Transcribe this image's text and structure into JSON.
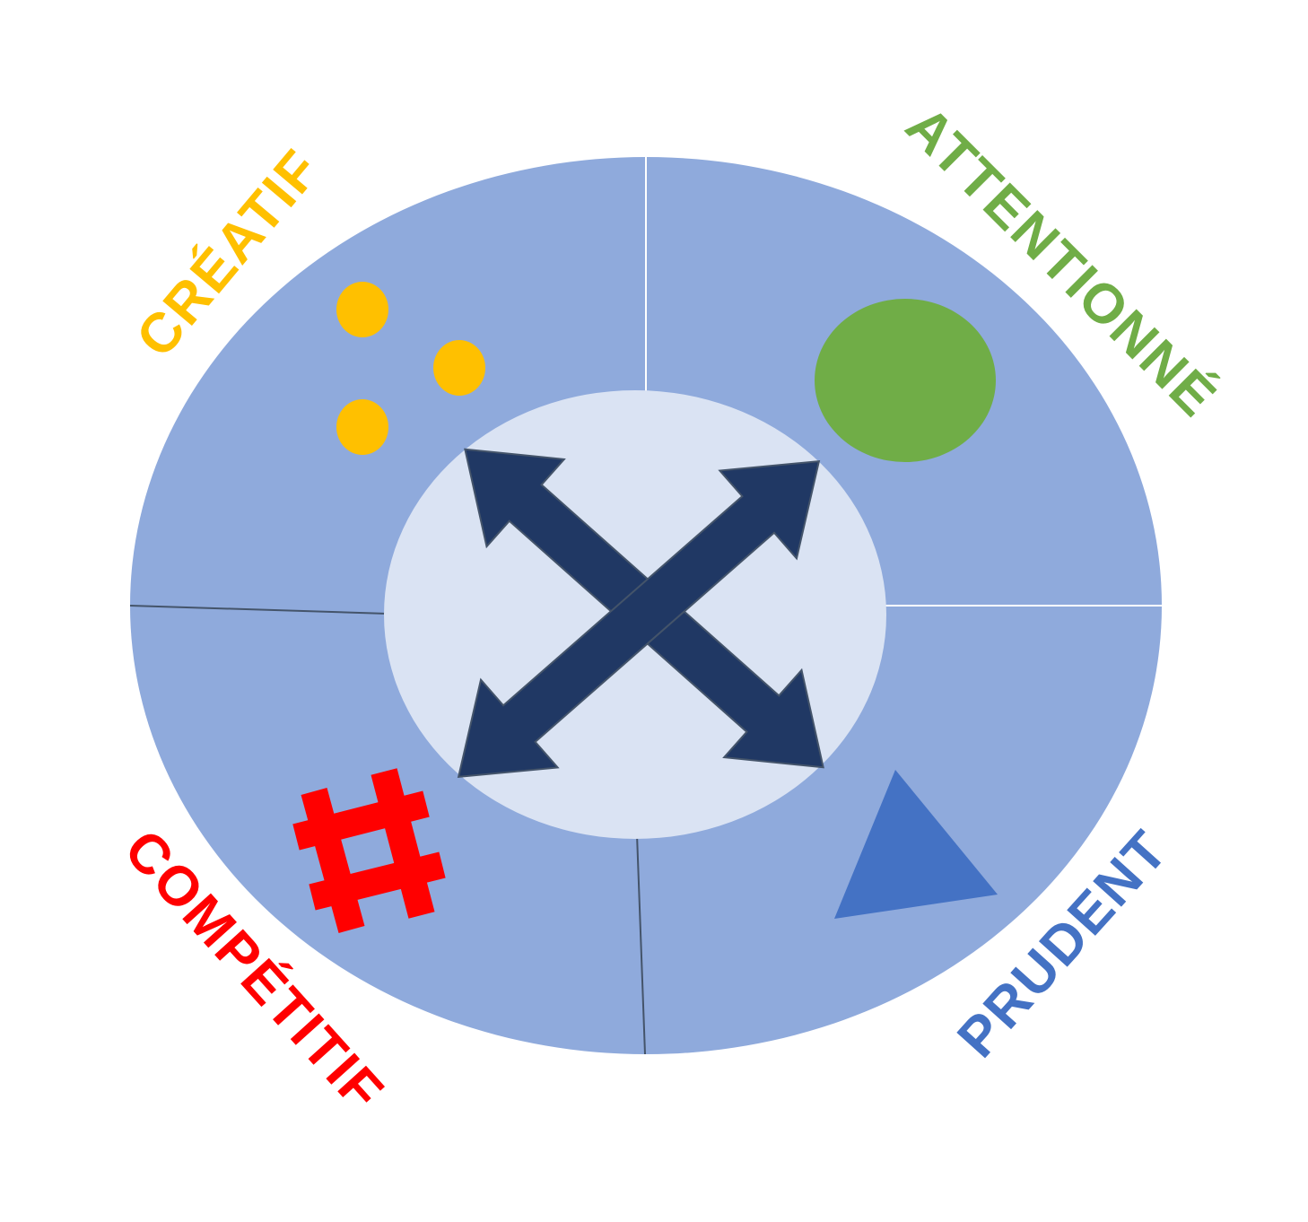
{
  "labels": {
    "creatif": "CRÉATIF",
    "attentionne": "ATTENTIONNÉ",
    "competitif": "COMPÉTITIF",
    "prudent": "PRUDENT"
  },
  "colors": {
    "outer": "#8FAADC",
    "inner": "#DAE3F3",
    "arrows": "#203864",
    "creatif": "#FFC000",
    "attentionne": "#70AD47",
    "competitif": "#FF0000",
    "prudent": "#4472C4"
  },
  "icons": {
    "creatif": "three-dots-icon",
    "attentionne": "circle-icon",
    "competitif": "hash-icon",
    "prudent": "triangle-icon",
    "center": "double-arrows-cross-icon"
  }
}
